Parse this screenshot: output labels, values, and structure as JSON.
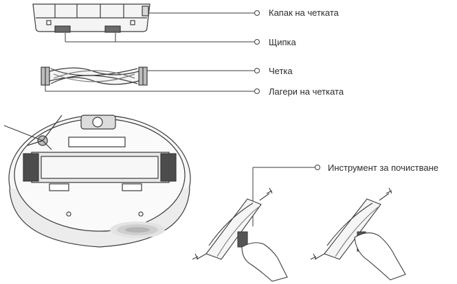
{
  "labels": {
    "brush_cover": "Капак на четката",
    "clip": "Щипка",
    "brush": "Четка",
    "brush_bearings": "Лагери на четката",
    "cleaning_tool": "Инструмент за почистване"
  },
  "colors": {
    "stroke": "#3a3a3a",
    "light_fill": "#f2f2f2",
    "mid_fill": "#d6d6d6",
    "dark_fill": "#555555",
    "text": "#2b2b2b"
  }
}
